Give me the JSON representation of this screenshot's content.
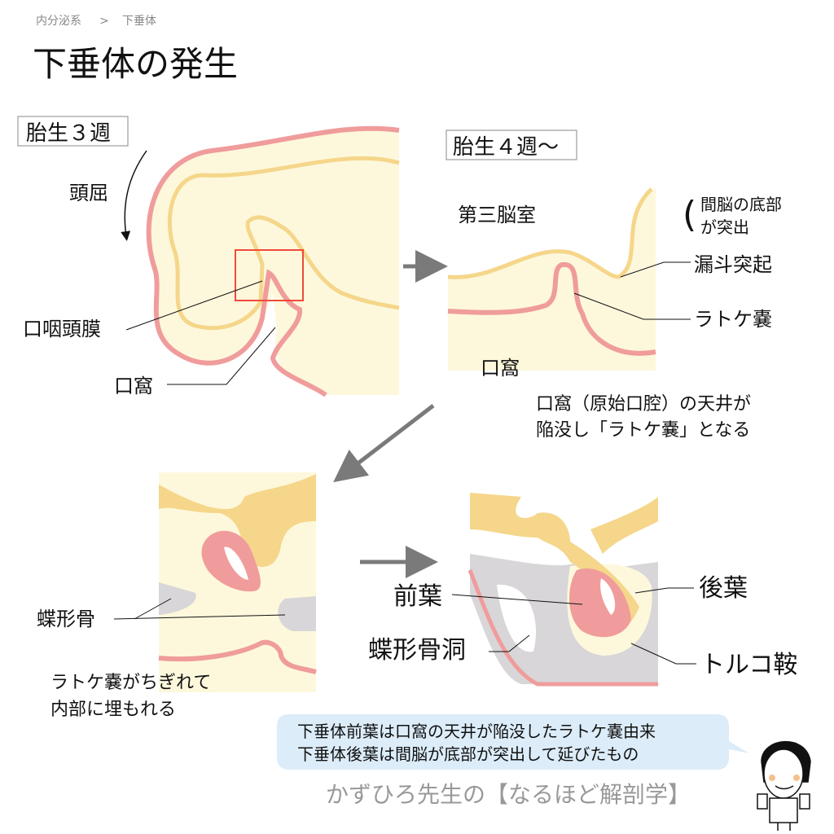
{
  "breadcrumb": {
    "parent": "内分泌系",
    "separator": ">",
    "current": "下垂体"
  },
  "title": "下垂体の発生",
  "colors": {
    "ectoderm": "#f09c9c",
    "neural": "#f5d68a",
    "tissue": "#fdf8dc",
    "bone": "#d8d6d8",
    "box": "#f04a3a",
    "bubble": "#dcecf9",
    "arrow": "#7a7a7a"
  },
  "panel1": {
    "stage": "胎生３週",
    "flexure": "頭屈",
    "membrane": "口咽頭膜",
    "stomodeum": "口窩"
  },
  "panel2": {
    "stage": "胎生４週〜",
    "ventricle": "第三脳室",
    "note_line1": "間脳の底部",
    "note_line2": "が突出",
    "infundibulum": "漏斗突起",
    "rathke": "ラトケ嚢",
    "stomodeum": "口窩",
    "caption_line1": "口窩（原始口腔）の天井が",
    "caption_line2": "陥没し「ラトケ嚢」となる"
  },
  "panel3": {
    "sphenoid": "蝶形骨",
    "caption_line1": "ラトケ嚢がちぎれて",
    "caption_line2": "内部に埋もれる"
  },
  "panel4": {
    "anterior": "前葉",
    "posterior": "後葉",
    "sinus": "蝶形骨洞",
    "sella": "トルコ鞍"
  },
  "summary": {
    "line1": "下垂体前葉は口窩の天井が陥没したラトケ嚢由来",
    "line2": "下垂体後葉は間脳が底部が突出して延びたもの"
  },
  "brand": "かずひろ先生の【なるほど解剖学】"
}
